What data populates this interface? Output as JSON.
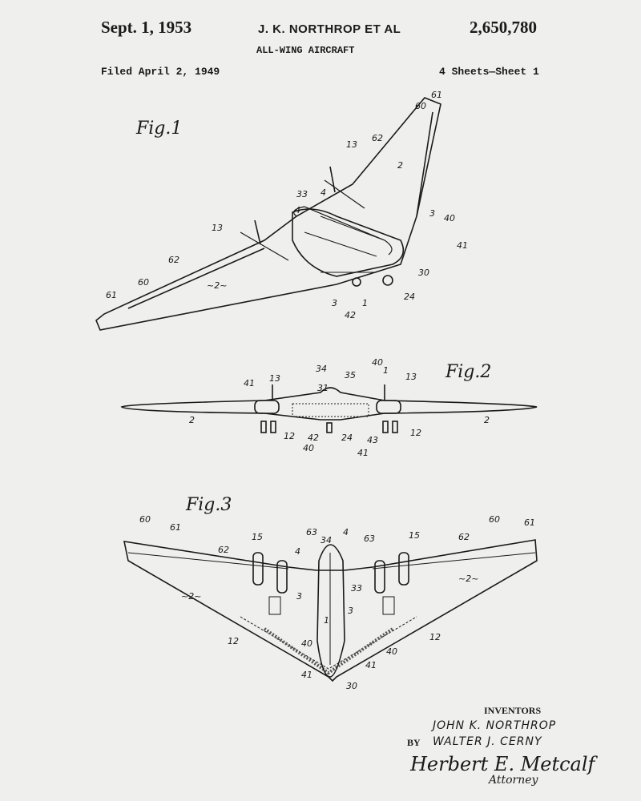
{
  "header": {
    "date": "Sept. 1, 1953",
    "inventor": "J. K. NORTHROP  ET AL",
    "patent_number": "2,650,780",
    "title": "ALL-WING AIRCRAFT",
    "filed": "Filed April 2, 1949",
    "sheets": "4 Sheets—Sheet 1"
  },
  "figures": {
    "fig1": {
      "label": "Fig.1",
      "refs": [
        "61",
        "60",
        "62",
        "13",
        "2",
        "33",
        "4",
        "4",
        "13",
        "3",
        "40",
        "41",
        "62",
        "60",
        "61",
        "~2~",
        "30",
        "24",
        "3",
        "1",
        "42"
      ]
    },
    "fig2": {
      "label": "Fig.2",
      "refs": [
        "41",
        "13",
        "34",
        "35",
        "40",
        "1",
        "13",
        "31",
        "2",
        "2",
        "12",
        "42",
        "24",
        "43",
        "12",
        "40",
        "41"
      ]
    },
    "fig3": {
      "label": "Fig.3",
      "refs": [
        "60",
        "61",
        "62",
        "15",
        "63",
        "4",
        "63",
        "34",
        "15",
        "62",
        "60",
        "61",
        "4",
        "~2~",
        "~2~",
        "33",
        "3",
        "3",
        "1",
        "12",
        "40",
        "12",
        "40",
        "41",
        "41",
        "30"
      ]
    }
  },
  "signature_block": {
    "heading": "INVENTORS",
    "inventor_1": "JOHN K. NORTHROP",
    "inventor_2": "WALTER J. CERNY",
    "by": "BY",
    "signature": "Herbert E. Metcalf",
    "role": "Attorney"
  }
}
